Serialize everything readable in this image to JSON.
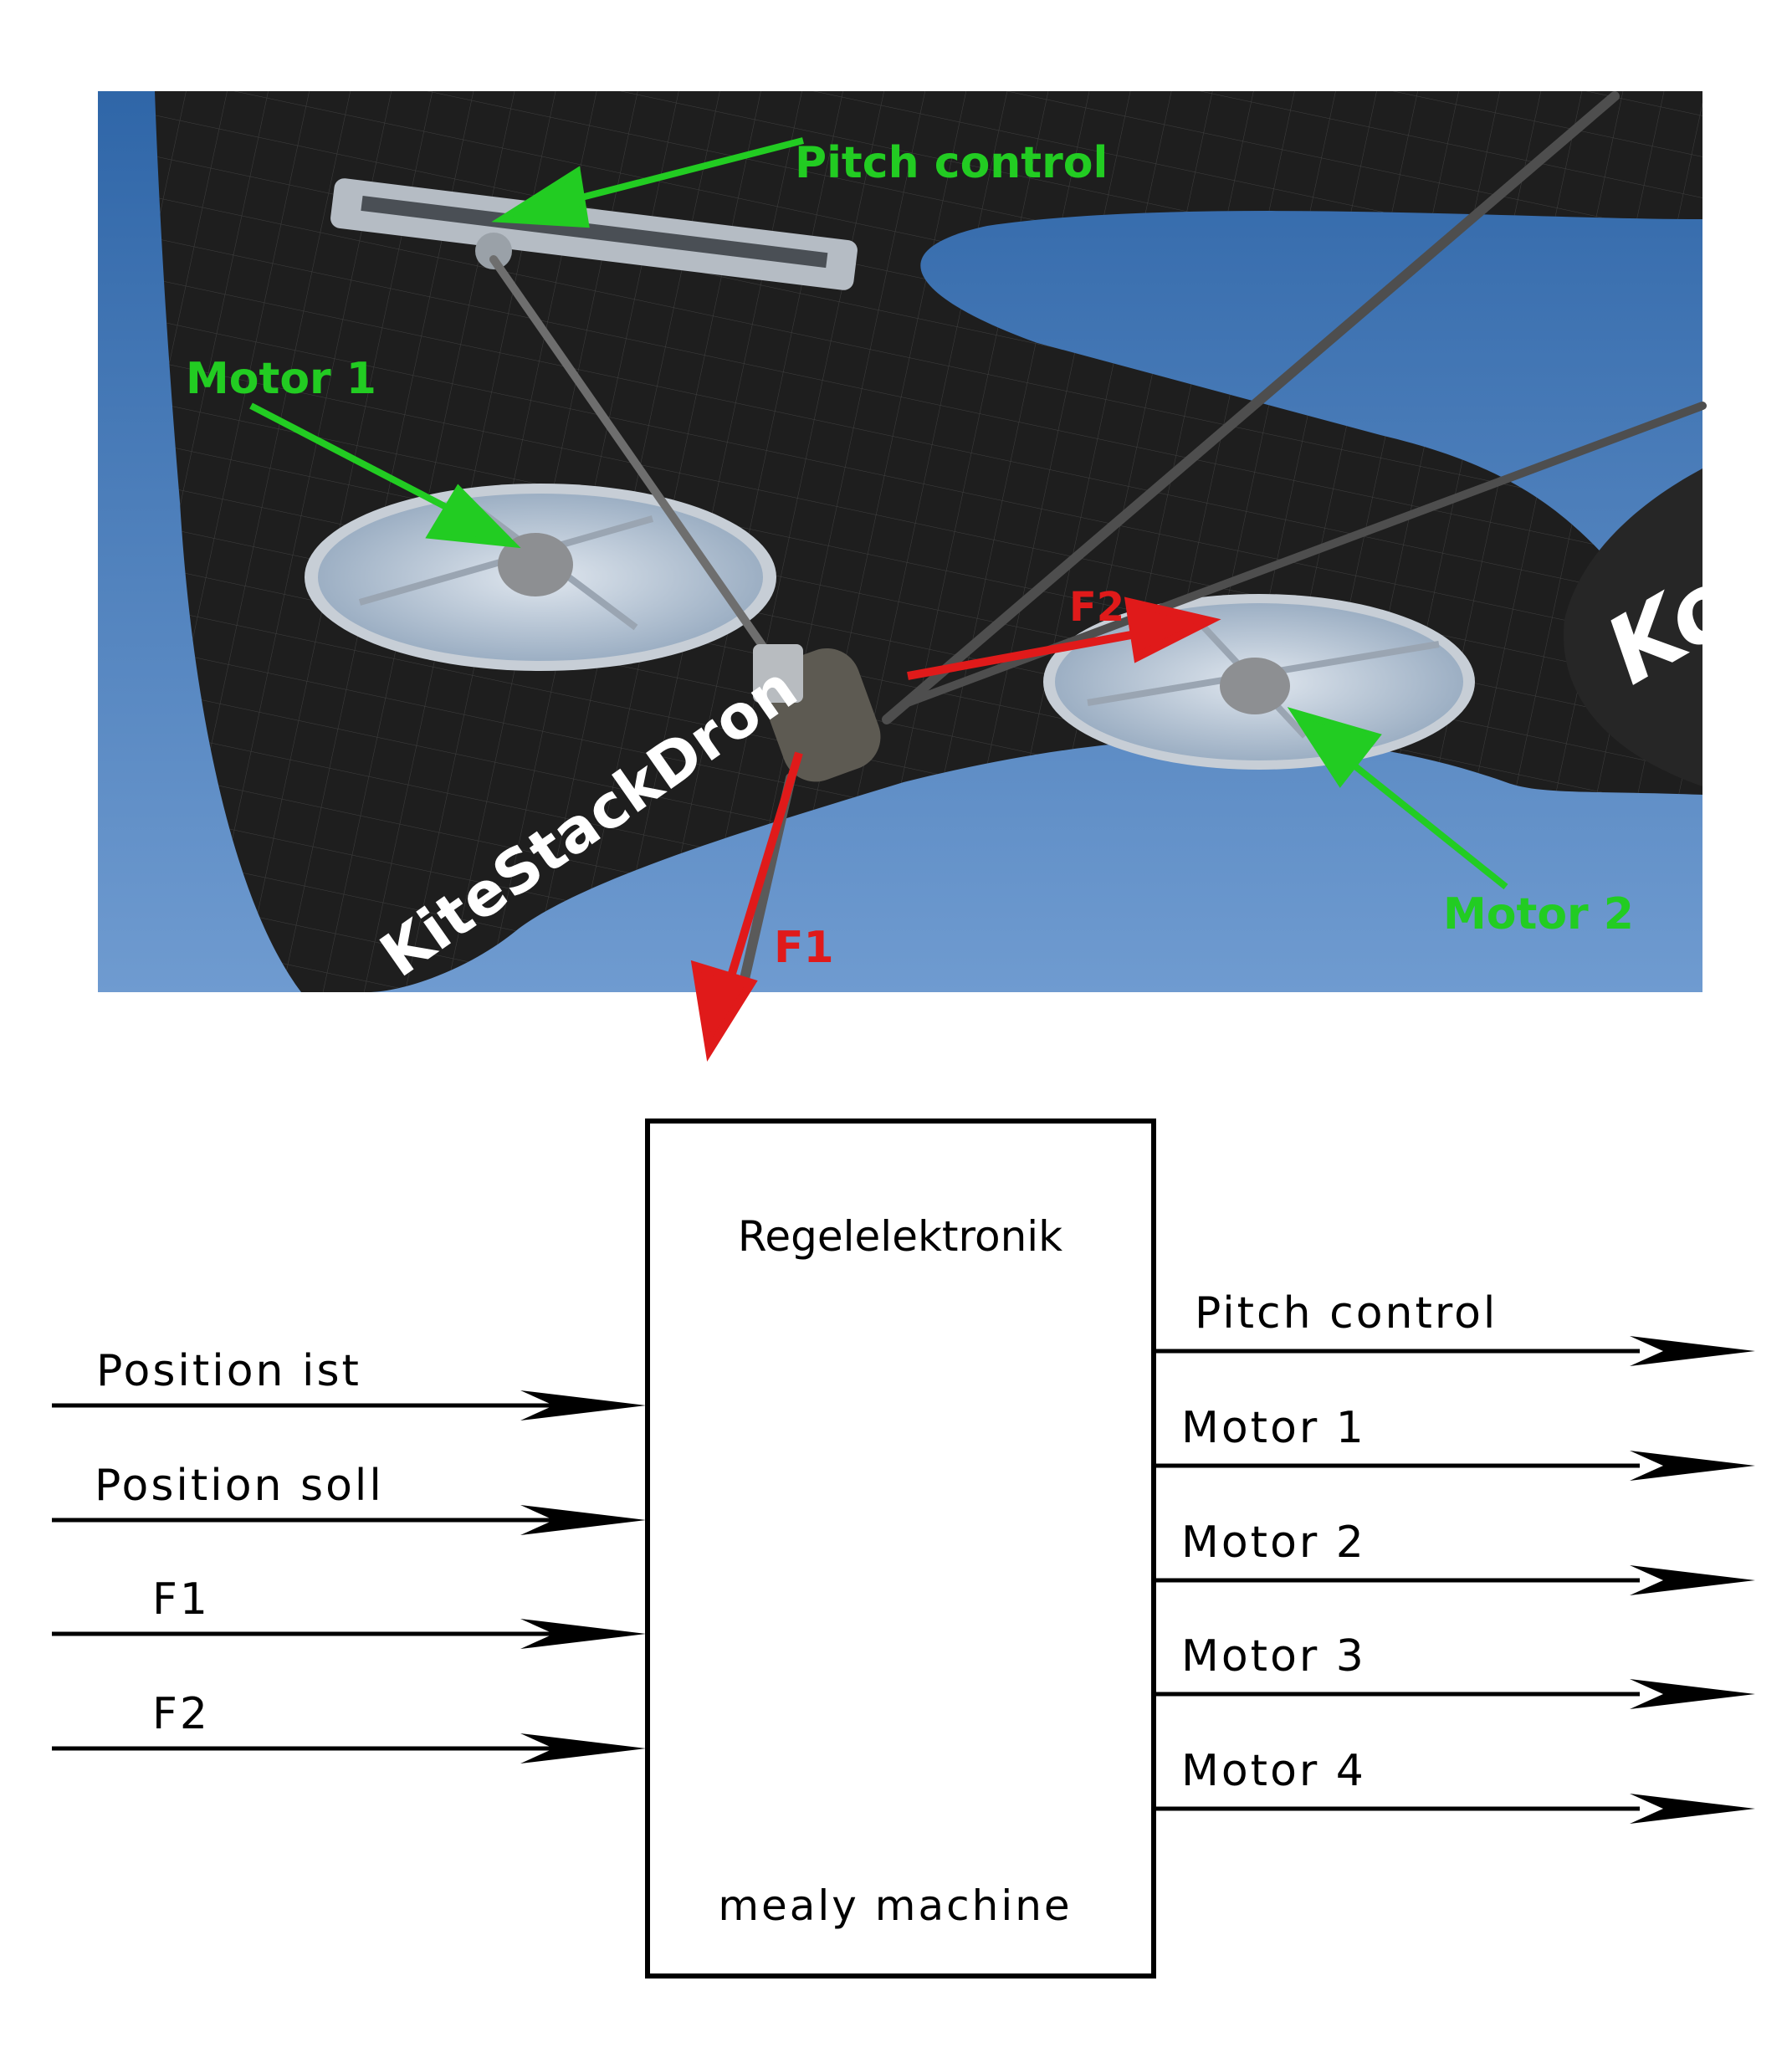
{
  "render": {
    "labels": {
      "pitch_control": "Pitch control",
      "motor_1": "Motor 1",
      "motor_2": "Motor 2",
      "f1": "F1",
      "f2": "F2",
      "brand_text": "KiteStackDron",
      "brand_text_2": "Ko"
    },
    "colors": {
      "sky_top": "#2f66a8",
      "sky_bottom": "#6f9bd0",
      "kite": "#1f1f1f",
      "label_green": "#22cc22",
      "force_red": "#e01a1a"
    }
  },
  "block_diagram": {
    "block_title": "Regelelektronik",
    "block_subtitle": "mealy machine",
    "inputs": [
      "Position ist",
      "Position soll",
      "F1",
      "F2"
    ],
    "outputs": [
      "Pitch control",
      "Motor 1",
      "Motor 2",
      "Motor 3",
      "Motor 4"
    ]
  }
}
